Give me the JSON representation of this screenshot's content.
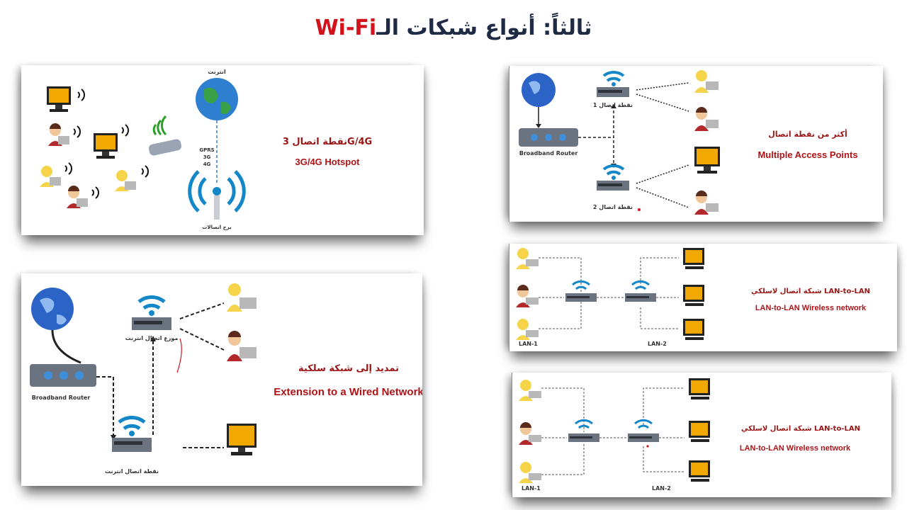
{
  "title": {
    "arabic": "ثالثاً: أنواع شبكات الـ",
    "wifi": "Wi-Fi"
  },
  "colors": {
    "accent_red": "#b11216",
    "wifi_blue": "#1487c9",
    "router_gray": "#6b7380",
    "screen_yellow": "#f1a800"
  },
  "panels": {
    "hotspot": {
      "label_ar": "نقطة اتصال 3G/4G",
      "label_en": "3G/4G Hotspot",
      "internet_label": "انترنت",
      "gprs_labels": [
        "GPRS",
        "3G",
        "4G"
      ],
      "tower_label": "برج اتصالات"
    },
    "multiple_ap": {
      "label_ar": "أكثر من نقطة اتصال",
      "label_en": "Multiple Access Points",
      "router_label": "Broadband Router",
      "ap1_label": "نقطة اتصال 1",
      "ap2_label": "نقطة اتصال 2"
    },
    "lan_to_lan_1": {
      "label_ar": "شبكة اتصال لاسلكي LAN-to-LAN",
      "label_en": "LAN-to-LAN Wireless network",
      "lan1": "LAN-1",
      "lan2": "LAN-2"
    },
    "wired_extension": {
      "label_ar": "تمديد إلى شبكة سلكية",
      "label_en": "Extension to a Wired Network",
      "router_label": "Broadband Router",
      "distributor_label": "موزع اتصال انترنت",
      "ap_label": "نقطة اتصال انترنت"
    },
    "lan_to_lan_2": {
      "label_ar": "شبكة اتصال لاسلكي LAN-to-LAN",
      "label_en": "LAN-to-LAN Wireless network",
      "lan1": "LAN-1",
      "lan2": "LAN-2"
    }
  }
}
